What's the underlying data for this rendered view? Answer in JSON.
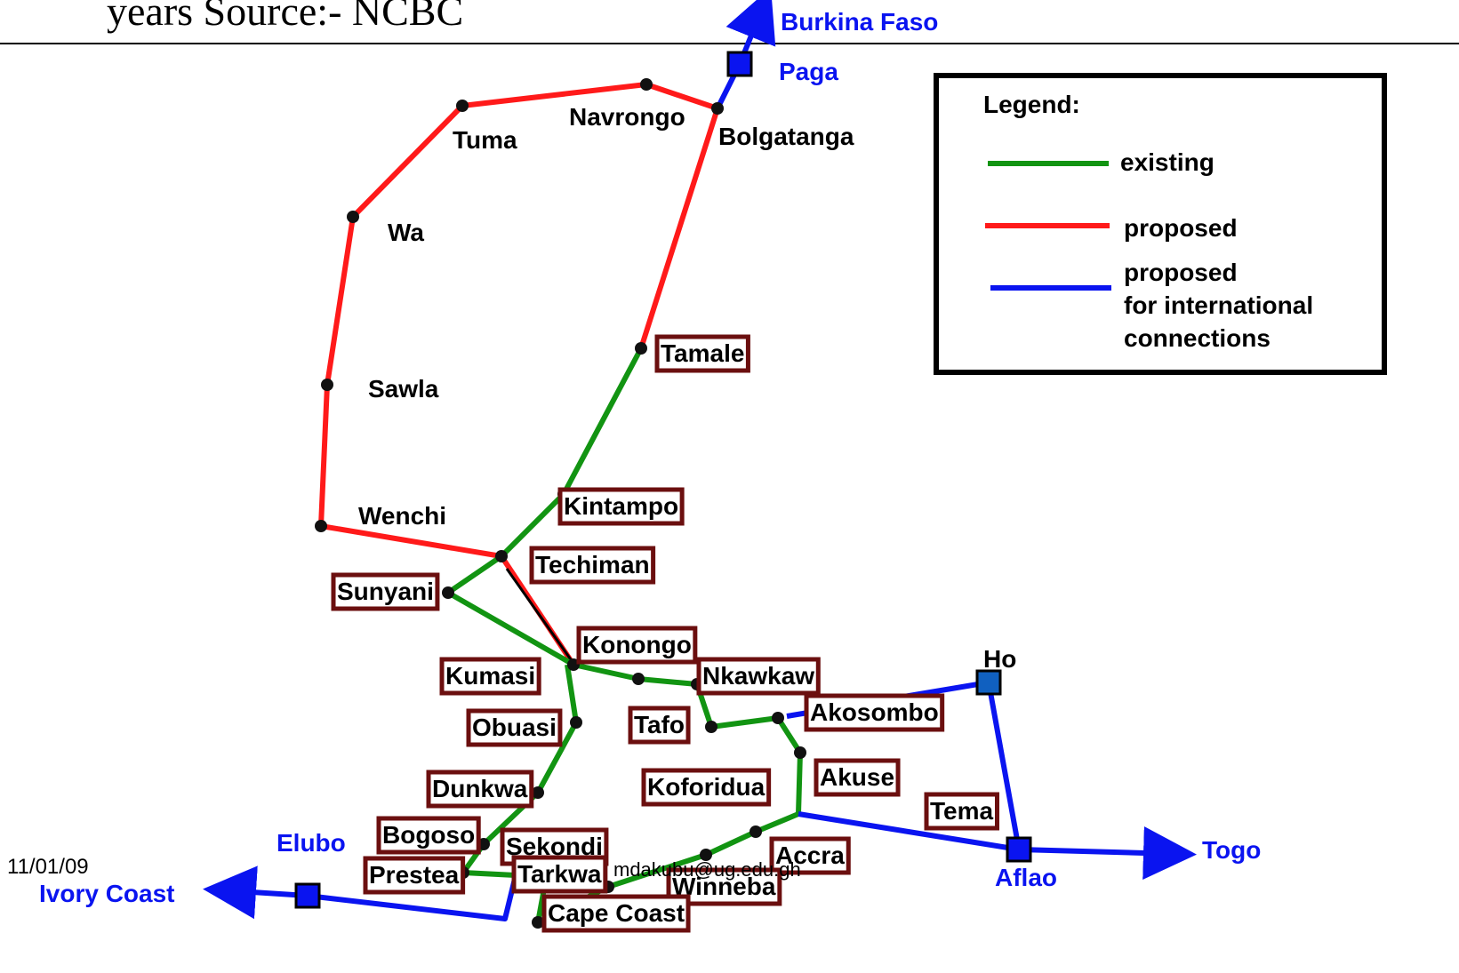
{
  "header": {
    "text": "years Source:- NCBC"
  },
  "footer": {
    "date": "11/01/09",
    "email": "mdakubu@ug.edu.gh"
  },
  "legend": {
    "title": "Legend:",
    "items": [
      {
        "label": "existing",
        "color": "#129412"
      },
      {
        "label": "proposed",
        "color": "#ff1a1a"
      },
      {
        "label": "proposed\nfor international\nconnections",
        "color": "#0a14f0"
      }
    ]
  },
  "colors": {
    "existing": "#129412",
    "proposed": "#ff1a1a",
    "international": "#0a14f0",
    "label_box": "#6b0f0f"
  },
  "towns": [
    {
      "name": "Tuma",
      "boxed": false
    },
    {
      "name": "Navrongo",
      "boxed": false
    },
    {
      "name": "Bolgatanga",
      "boxed": false
    },
    {
      "name": "Wa",
      "boxed": false
    },
    {
      "name": "Sawla",
      "boxed": false
    },
    {
      "name": "Wenchi",
      "boxed": false
    },
    {
      "name": "Tamale",
      "boxed": true
    },
    {
      "name": "Kintampo",
      "boxed": true
    },
    {
      "name": "Techiman",
      "boxed": true
    },
    {
      "name": "Sunyani",
      "boxed": true
    },
    {
      "name": "Konongo",
      "boxed": true
    },
    {
      "name": "Kumasi",
      "boxed": true
    },
    {
      "name": "Nkawkaw",
      "boxed": true
    },
    {
      "name": "Obuasi",
      "boxed": true
    },
    {
      "name": "Tafo",
      "boxed": true
    },
    {
      "name": "Akosombo",
      "boxed": true
    },
    {
      "name": "Akuse",
      "boxed": true
    },
    {
      "name": "Koforidua",
      "boxed": true
    },
    {
      "name": "Dunkwa",
      "boxed": true
    },
    {
      "name": "Tema",
      "boxed": true
    },
    {
      "name": "Bogoso",
      "boxed": true
    },
    {
      "name": "Sekondi",
      "boxed": true
    },
    {
      "name": "Accra",
      "boxed": true
    },
    {
      "name": "Prestea",
      "boxed": true
    },
    {
      "name": "Tarkwa",
      "boxed": true
    },
    {
      "name": "Winneba",
      "boxed": true
    },
    {
      "name": "Cape Coast",
      "boxed": true
    },
    {
      "name": "Ho",
      "boxed": false
    }
  ],
  "international_points": [
    {
      "name": "Burkina Faso"
    },
    {
      "name": "Paga"
    },
    {
      "name": "Togo"
    },
    {
      "name": "Aflao"
    },
    {
      "name": "Elubo"
    },
    {
      "name": "Ivory Coast"
    }
  ]
}
